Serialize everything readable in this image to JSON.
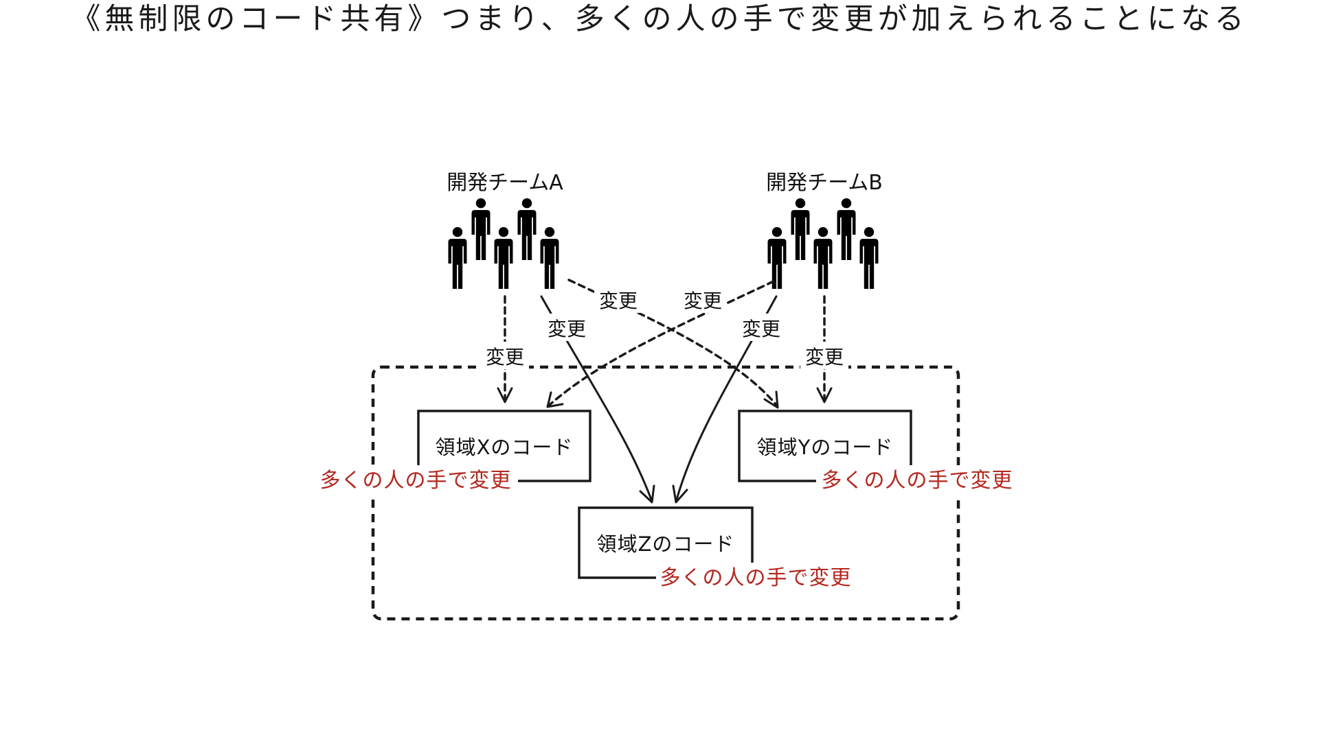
{
  "title": "《無制限のコード共有》つまり、多くの人の手で変更が加えられることになる",
  "teams": [
    {
      "id": "A",
      "label": "開発チームA",
      "icon": "people-group-icon"
    },
    {
      "id": "B",
      "label": "開発チームB",
      "icon": "people-group-icon"
    }
  ],
  "change_label": "変更",
  "arrows": [
    {
      "from": "A",
      "to": "X",
      "label": "変更"
    },
    {
      "from": "A",
      "to": "Z",
      "label": "変更"
    },
    {
      "from": "A",
      "to": "Y",
      "label": "変更"
    },
    {
      "from": "B",
      "to": "X",
      "label": "変更"
    },
    {
      "from": "B",
      "to": "Z",
      "label": "変更"
    },
    {
      "from": "B",
      "to": "Y",
      "label": "変更"
    }
  ],
  "code_areas": [
    {
      "id": "X",
      "label": "領域Xのコード",
      "note": "多くの人の手で変更"
    },
    {
      "id": "Y",
      "label": "領域Yのコード",
      "note": "多くの人の手で変更"
    },
    {
      "id": "Z",
      "label": "領域Zのコード",
      "note": "多くの人の手で変更"
    }
  ],
  "colors": {
    "ink": "#1a1a1a",
    "note": "#b3271e",
    "background": "#ffffff"
  }
}
